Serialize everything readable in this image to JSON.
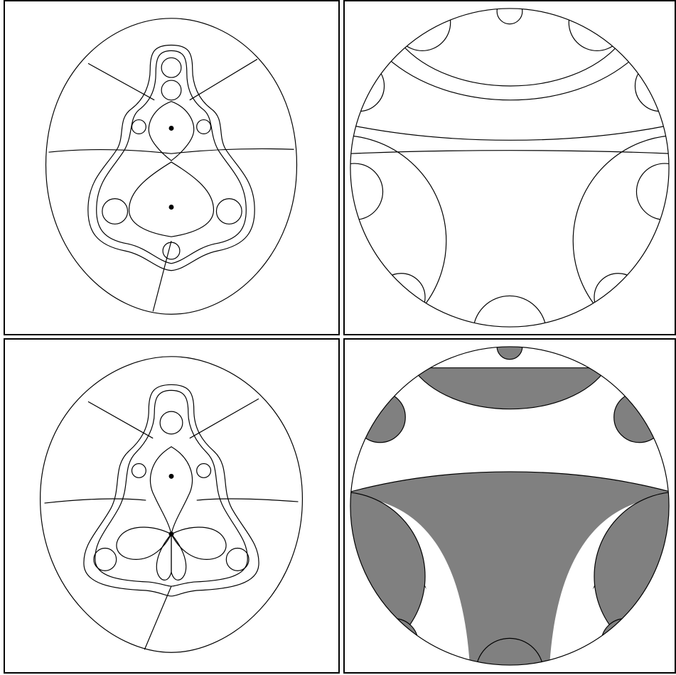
{
  "figure": {
    "panels": [
      {
        "id": "top-left",
        "kind": "julia-set-with-equipotentials",
        "marked_points": 2
      },
      {
        "id": "top-right",
        "kind": "disk-with-nested-circle-arcs",
        "shading": "none"
      },
      {
        "id": "bottom-left",
        "kind": "julia-set-with-equipotentials",
        "marked_points": 2
      },
      {
        "id": "bottom-right",
        "kind": "disk-with-nested-circle-arcs",
        "shading": "gray"
      }
    ],
    "colors": {
      "stroke": "#000000",
      "fill_shaded": "#808080",
      "background": "#ffffff"
    }
  }
}
